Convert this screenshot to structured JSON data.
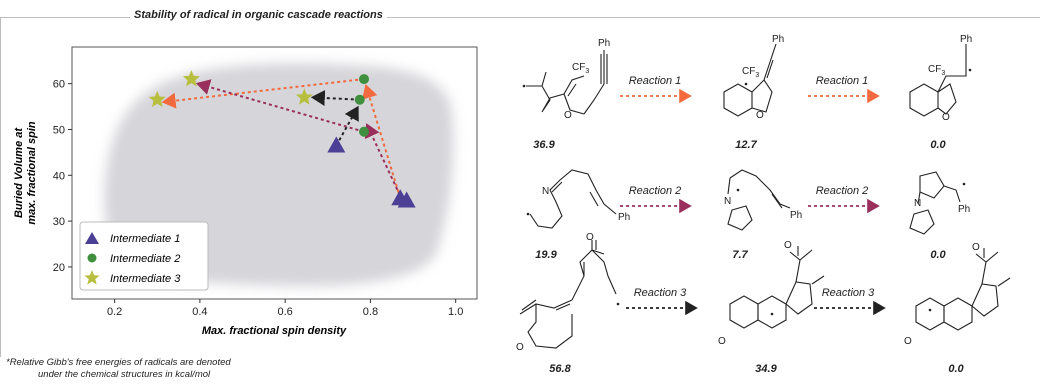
{
  "title": "Stability of radical in organic cascade reactions",
  "chart_data": {
    "type": "scatter",
    "xlabel": "Max. fractional spin density",
    "ylabel_lines": [
      "Buried Volume at",
      "max. fractional spin"
    ],
    "xlim": [
      0.1,
      1.05
    ],
    "ylim": [
      13,
      68
    ],
    "xticks": [
      0.2,
      0.4,
      0.6,
      0.8,
      1.0
    ],
    "xtick_labels": [
      "0.2",
      "0.4",
      "0.6",
      "0.8",
      "1.0"
    ],
    "yticks": [
      20,
      30,
      40,
      50,
      60
    ],
    "ytick_labels": [
      "20",
      "30",
      "40",
      "50",
      "60"
    ],
    "background_cloud_color": "#cfcfd4",
    "legend_position": "lower left",
    "series": [
      {
        "name": "Intermediate 1",
        "marker": "triangle",
        "color": "#4b3f96",
        "points": [
          {
            "x": 0.72,
            "y": 46.5
          },
          {
            "x": 0.87,
            "y": 35.0
          },
          {
            "x": 0.885,
            "y": 34.5
          }
        ]
      },
      {
        "name": "Intermediate 2",
        "marker": "circle",
        "color": "#3f8f3f",
        "points": [
          {
            "x": 0.785,
            "y": 61.0
          },
          {
            "x": 0.775,
            "y": 56.5
          },
          {
            "x": 0.785,
            "y": 49.5
          }
        ]
      },
      {
        "name": "Intermediate 3",
        "marker": "star",
        "color": "#b8bf3e",
        "points": [
          {
            "x": 0.3,
            "y": 56.5
          },
          {
            "x": 0.38,
            "y": 61.0
          },
          {
            "x": 0.645,
            "y": 57.0
          }
        ]
      }
    ],
    "arrows": [
      {
        "from": [
          0.87,
          35.0
        ],
        "to": [
          0.79,
          59.5
        ],
        "color": "#f26a3d"
      },
      {
        "from": [
          0.785,
          61.0
        ],
        "to": [
          0.315,
          56.0
        ],
        "color": "#f26a3d"
      },
      {
        "from": [
          0.875,
          34.5
        ],
        "to": [
          0.792,
          51.0
        ],
        "color": "#9a2e5c"
      },
      {
        "from": [
          0.785,
          49.5
        ],
        "to": [
          0.395,
          60.0
        ],
        "color": "#9a2e5c"
      },
      {
        "from": [
          0.72,
          46.5
        ],
        "to": [
          0.77,
          54.8
        ],
        "color": "#222222"
      },
      {
        "from": [
          0.775,
          56.5
        ],
        "to": [
          0.665,
          57.0
        ],
        "color": "#222222"
      }
    ]
  },
  "reactions": [
    {
      "label": "Reaction 1",
      "color": "#f26a3d",
      "energies": [
        "36.9",
        "12.7",
        "0.0"
      ]
    },
    {
      "label": "Reaction 2",
      "color": "#9a2e5c",
      "energies": [
        "19.9",
        "7.7",
        "0.0"
      ]
    },
    {
      "label": "Reaction 3",
      "color": "#222222",
      "energies": [
        "56.8",
        "34.9",
        "0.0"
      ]
    }
  ],
  "structure_labels": {
    "ph": "Ph",
    "cf": "CF",
    "cf_sub": "3",
    "o": "O",
    "n": "N"
  },
  "footnote_lines": [
    "*Relative Gibb's free energies of radicals are denoted",
    "under the chemical structures in kcal/mol"
  ]
}
